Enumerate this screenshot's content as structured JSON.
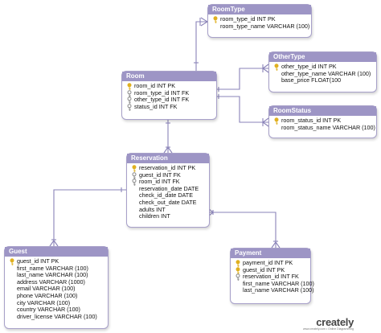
{
  "entities": {
    "roomtype": {
      "title": "RoomType",
      "fields": [
        {
          "text": "room_type_id INT PK",
          "key": "pk"
        },
        {
          "text": "room_type_name VARCHAR (100)",
          "key": "none"
        }
      ]
    },
    "room": {
      "title": "Room",
      "fields": [
        {
          "text": "room_id INT PK",
          "key": "pk"
        },
        {
          "text": "room_type_id INT FK",
          "key": "fk"
        },
        {
          "text": "other_type_id INT FK",
          "key": "fk"
        },
        {
          "text": "status_id INT FK",
          "key": "fk"
        }
      ]
    },
    "othertype": {
      "title": "OtherType",
      "fields": [
        {
          "text": "other_type_id INT PK",
          "key": "pk"
        },
        {
          "text": "other_type_name VARCHAR (100)",
          "key": "none"
        },
        {
          "text": "base_price FLOAT(100",
          "key": "none"
        }
      ]
    },
    "roomstatus": {
      "title": "RoomStatus",
      "fields": [
        {
          "text": "room_status_id INT PK",
          "key": "pk"
        },
        {
          "text": "room_status_name VARCHAR (100)",
          "key": "none"
        }
      ]
    },
    "reservation": {
      "title": "Reservation",
      "fields": [
        {
          "text": "reservation_id INT PK",
          "key": "pk"
        },
        {
          "text": "guest_id INT FK",
          "key": "fk"
        },
        {
          "text": "room_id INT FK",
          "key": "fk"
        },
        {
          "text": "reservation_date DATE",
          "key": "none"
        },
        {
          "text": "check_id_date DATE",
          "key": "none"
        },
        {
          "text": "check_out_date DATE",
          "key": "none"
        },
        {
          "text": "adults INT",
          "key": "none"
        },
        {
          "text": "children INT",
          "key": "none"
        }
      ]
    },
    "guest": {
      "title": "Guest",
      "fields": [
        {
          "text": "guest_id INT PK",
          "key": "pk"
        },
        {
          "text": "first_name VARCHAR (100)",
          "key": "none"
        },
        {
          "text": "last_name VARCHAR (100)",
          "key": "none"
        },
        {
          "text": "address VARCHAR (1000)",
          "key": "none"
        },
        {
          "text": "email VARCHAR (100)",
          "key": "none"
        },
        {
          "text": "phone VARCHAR (100)",
          "key": "none"
        },
        {
          "text": "city VARCHAR (100)",
          "key": "none"
        },
        {
          "text": "country VARCHAR (100)",
          "key": "none"
        },
        {
          "text": "driver_license VARCHAR (100)",
          "key": "none"
        }
      ]
    },
    "payment": {
      "title": "Payment",
      "fields": [
        {
          "text": "payment_id INT PK",
          "key": "pk"
        },
        {
          "text": "guest_id INT PK",
          "key": "pk"
        },
        {
          "text": "reservation_id INT FK",
          "key": "fk"
        },
        {
          "text": "first_name VARCHAR (100)",
          "key": "none"
        },
        {
          "text": "last_name VARCHAR (100)",
          "key": "none"
        }
      ]
    }
  },
  "logo": {
    "word": "creately",
    "sub": "www.creately.com • Online Diagramming"
  },
  "colors": {
    "header": "#9d95c5",
    "border": "#a7a0c9",
    "connector": "#8a83b8",
    "pk_key": "#e0b020",
    "fk_key": "#8a8a8a"
  }
}
